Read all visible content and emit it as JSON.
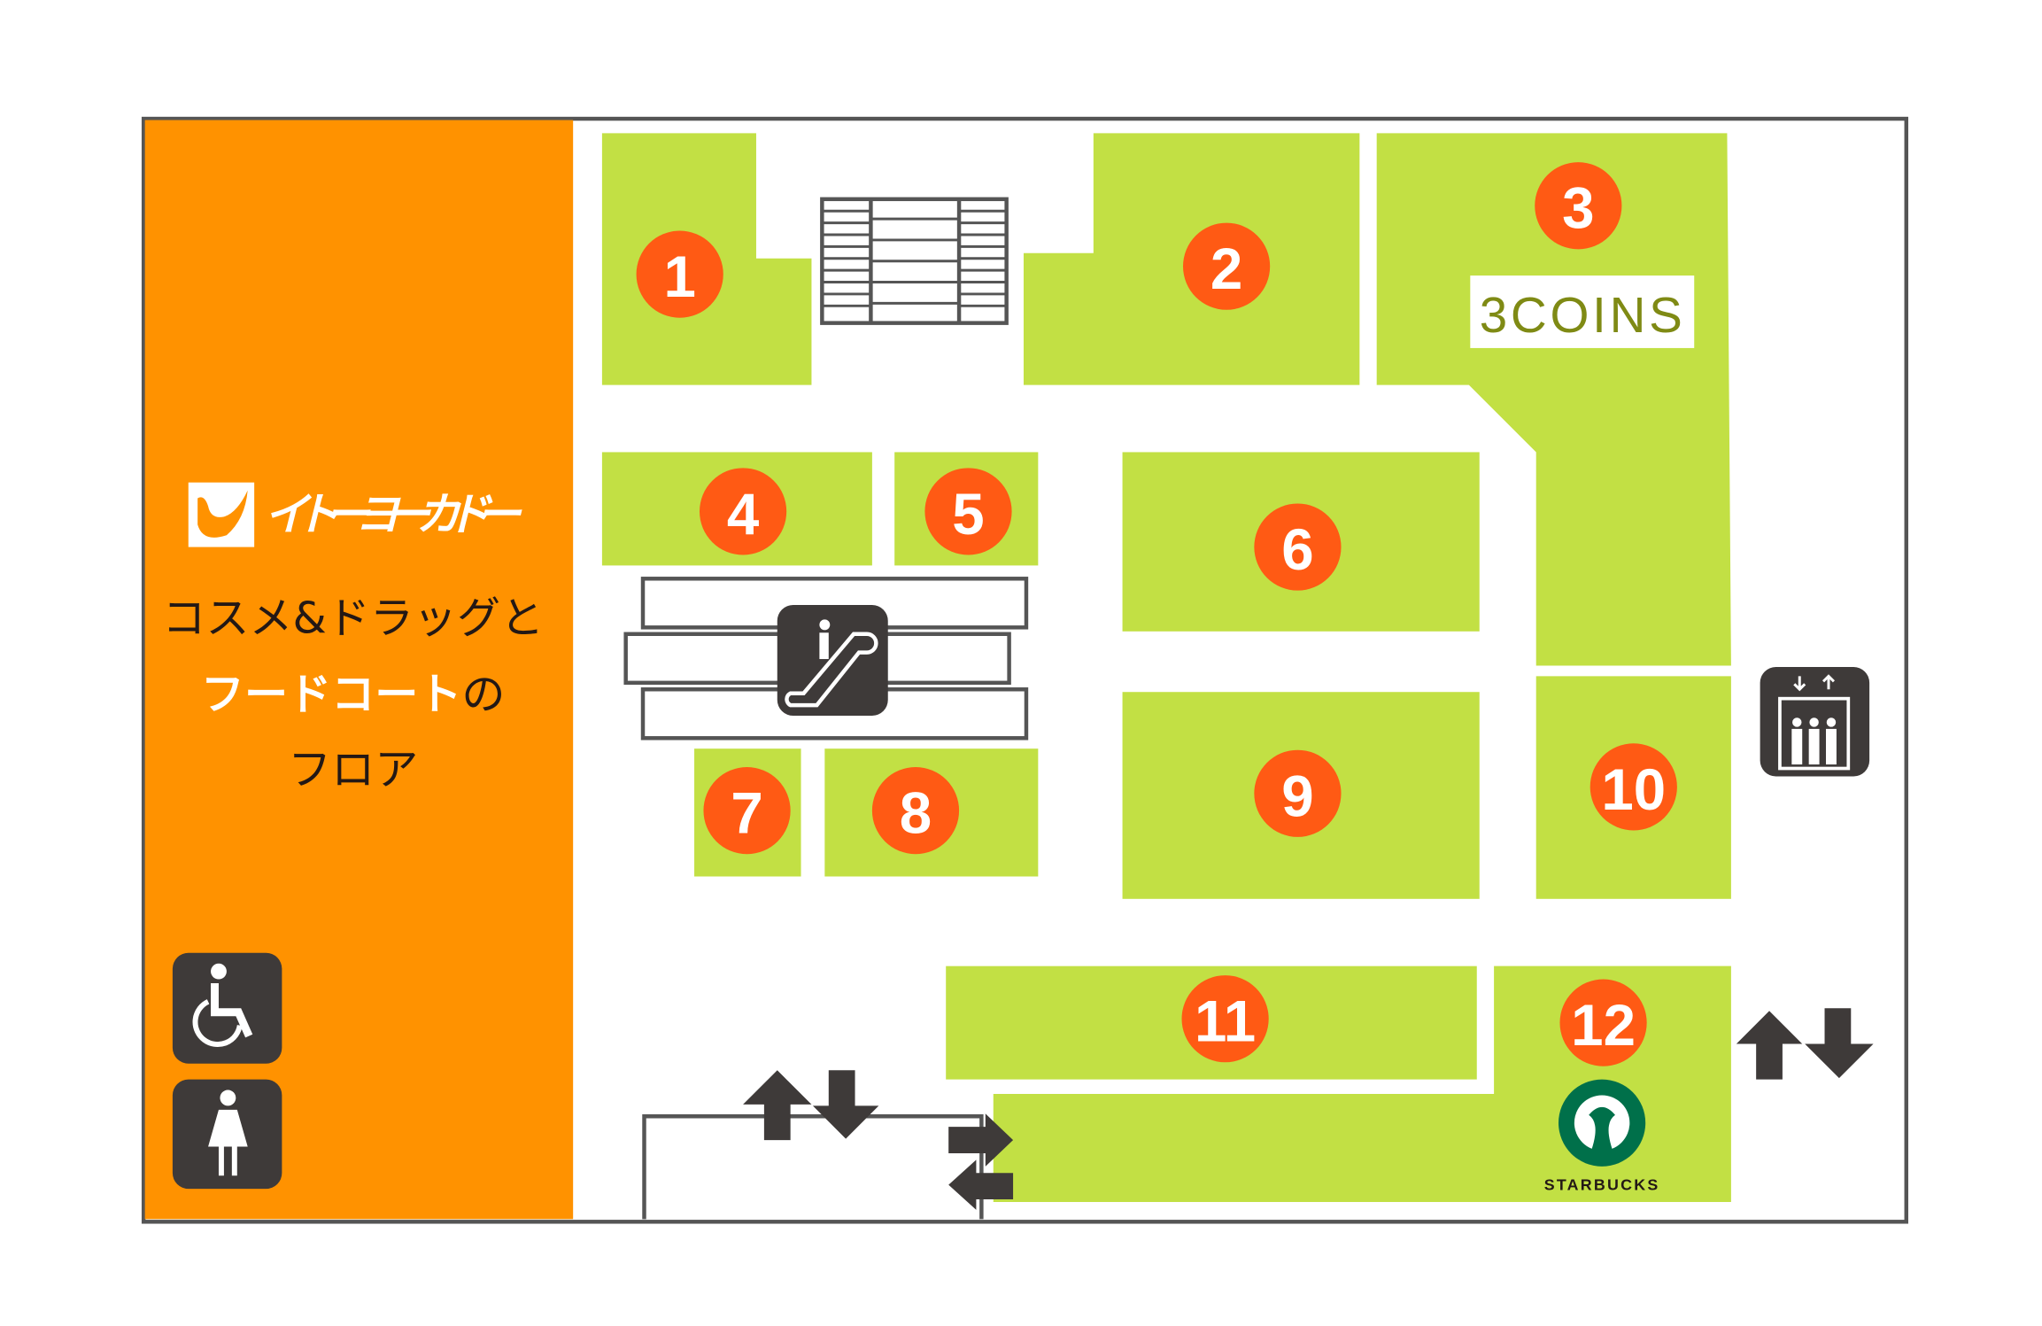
{
  "brand": {
    "logo_text": "イトーヨーカドー"
  },
  "floor_title": {
    "line1": "コスメ&ドラッグと",
    "line2_bold": "フードコート",
    "line2_rest": "の",
    "line3": "フロア"
  },
  "colors": {
    "panel": "#FF9200",
    "shop": "#C2E044",
    "marker": "#FF5A14",
    "border": "#555555",
    "icon": "#3E3A39"
  },
  "shops": [
    {
      "number": "1"
    },
    {
      "number": "2"
    },
    {
      "number": "3",
      "brand": "3COINS"
    },
    {
      "number": "4"
    },
    {
      "number": "5"
    },
    {
      "number": "6"
    },
    {
      "number": "7"
    },
    {
      "number": "8"
    },
    {
      "number": "9"
    },
    {
      "number": "10"
    },
    {
      "number": "11"
    },
    {
      "number": "12",
      "brand": "STARBUCKS"
    }
  ],
  "facilities": [
    "stairs-icon",
    "escalator-icon",
    "elevator-icon",
    "wheelchair-icon",
    "womens-restroom-icon",
    "up-arrow-icon",
    "down-arrow-icon",
    "left-arrow-icon",
    "right-arrow-icon"
  ]
}
